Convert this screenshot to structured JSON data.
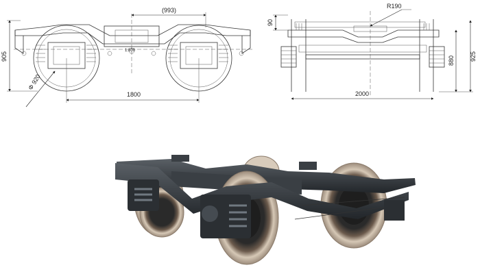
{
  "side_view": {
    "dim_top": "(993)",
    "dim_height": "905",
    "dim_diameter": "Φ 920",
    "dim_wheelbase": "1800",
    "center_label": "1.800"
  },
  "end_view": {
    "dim_radius": "R190",
    "dim_small": "90",
    "dim_height_a": "880",
    "dim_height_b": "925",
    "dim_gauge": "2000"
  },
  "colors": {
    "line": "#333333",
    "frame": "#2e3236",
    "wheel_tread": "#c9b9a6"
  }
}
